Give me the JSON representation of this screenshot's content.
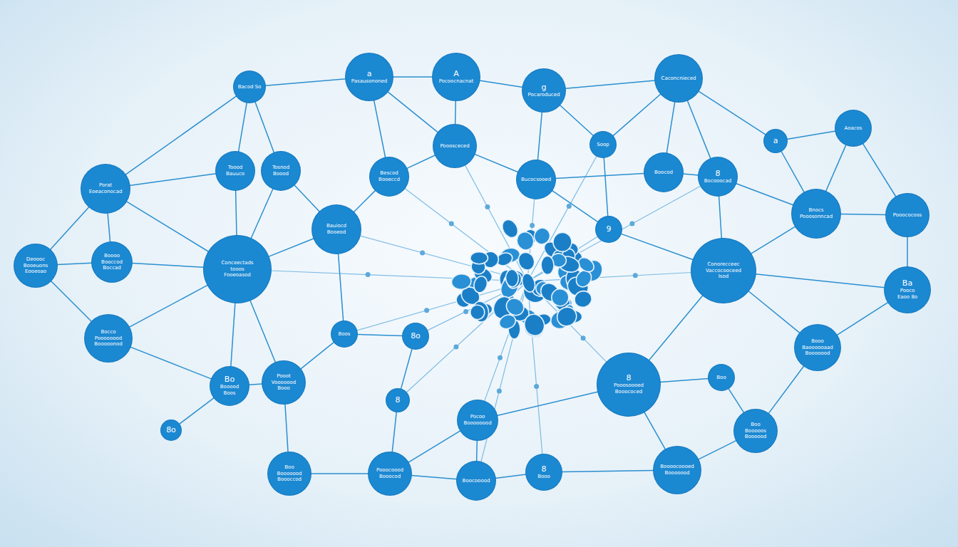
{
  "diagram": {
    "nodes": [
      {
        "text": [
          "Bacod So"
        ]
      },
      {
        "text": [
          "a",
          "Pasausononed"
        ]
      },
      {
        "text": [
          "A",
          "Pocoocnacnat"
        ]
      },
      {
        "text": [
          "g",
          "Pocaroduced"
        ]
      },
      {
        "text": [
          "Caconcnieced"
        ]
      },
      {
        "text": [
          "Aoacos"
        ]
      },
      {
        "text": [
          "a"
        ]
      },
      {
        "text": [
          "Soop"
        ]
      },
      {
        "text": [
          "Pooosceced"
        ]
      },
      {
        "text": [
          "Porat",
          "Eoeaconocad"
        ]
      },
      {
        "text": [
          "Toood",
          "Bauuco"
        ]
      },
      {
        "text": [
          "Tosnod",
          "Boood"
        ]
      },
      {
        "text": [
          "Bescod",
          "Booeccd"
        ]
      },
      {
        "text": [
          "Bucocsooed"
        ]
      },
      {
        "text": [
          "Boocod"
        ]
      },
      {
        "text": [
          "8",
          "Bocooocad"
        ]
      },
      {
        "text": [
          "Bnocs",
          "Pooosonncad"
        ]
      },
      {
        "text": [
          "Pooococoss"
        ]
      },
      {
        "text": [
          "Bauiocd",
          "Booeod"
        ]
      },
      {
        "text": [
          "9"
        ]
      },
      {
        "text": [
          "Deoooc",
          "Booeuons",
          "Eooeoao"
        ]
      },
      {
        "text": [
          "Boooo",
          "Booccod",
          "Boccad"
        ]
      },
      {
        "text": [
          "Conceectads",
          "tooos",
          "Fooeoasod"
        ]
      },
      {
        "text": [
          "Conorecceec",
          "Vaccocooceed",
          "Isod"
        ]
      },
      {
        "text": [
          "Ba",
          "Pooco",
          "Eaoo 8o"
        ]
      },
      {
        "text": [
          "Bocco",
          "Poooooood",
          "Booooonod"
        ]
      },
      {
        "text": [
          "Boos"
        ]
      },
      {
        "text": [
          "8o"
        ]
      },
      {
        "text": [
          "Booo",
          "Baoooooaad",
          "Booooood"
        ]
      },
      {
        "text": [
          "Bo",
          "Booood",
          "Boos"
        ]
      },
      {
        "text": [
          "Pooot",
          "Vooooood",
          "Booo"
        ]
      },
      {
        "text": [
          "8",
          "Pooosoooed",
          "Booococed"
        ]
      },
      {
        "text": [
          "Boo"
        ]
      },
      {
        "text": [
          "8"
        ]
      },
      {
        "text": [
          "8o"
        ]
      },
      {
        "text": [
          "Pocoo",
          "Boooooood"
        ]
      },
      {
        "text": [
          "Boo",
          "Booooos",
          "Boooood"
        ]
      },
      {
        "text": [
          "Boo",
          "Booooood",
          "Boooccod"
        ]
      },
      {
        "text": [
          "Pooocoood",
          "Booocod"
        ]
      },
      {
        "text": [
          "Boocooood"
        ]
      },
      {
        "text": [
          "8",
          "Booo"
        ]
      },
      {
        "text": [
          "Boooocoooed",
          "Booooood"
        ]
      }
    ],
    "edges": [
      {
        "from": 0,
        "to": 9,
        "arrow": "none"
      },
      {
        "from": 0,
        "to": 10,
        "arrow": "none"
      },
      {
        "from": 0,
        "to": 11,
        "arrow": "none"
      },
      {
        "from": 0,
        "to": 1,
        "arrow": "none"
      },
      {
        "from": 1,
        "to": 2,
        "arrow": "none"
      },
      {
        "from": 1,
        "to": 12,
        "arrow": "none"
      },
      {
        "from": 1,
        "to": 8,
        "arrow": "none"
      },
      {
        "from": 2,
        "to": 8,
        "arrow": "none"
      },
      {
        "from": 2,
        "to": 3,
        "arrow": "none"
      },
      {
        "from": 3,
        "to": 13,
        "arrow": "none"
      },
      {
        "from": 3,
        "to": 7,
        "arrow": "none"
      },
      {
        "from": 3,
        "to": 4,
        "arrow": "none"
      },
      {
        "from": 4,
        "to": 7,
        "arrow": "none"
      },
      {
        "from": 4,
        "to": 14,
        "arrow": "none"
      },
      {
        "from": 4,
        "to": 15,
        "arrow": "none"
      },
      {
        "from": 4,
        "to": 6,
        "arrow": "none"
      },
      {
        "from": 6,
        "to": 5,
        "arrow": "none"
      },
      {
        "from": 6,
        "to": 16,
        "arrow": "none"
      },
      {
        "from": 5,
        "to": 16,
        "arrow": "none"
      },
      {
        "from": 5,
        "to": 17,
        "arrow": "none"
      },
      {
        "from": 9,
        "to": 10,
        "arrow": "none"
      },
      {
        "from": 9,
        "to": 20,
        "arrow": "none"
      },
      {
        "from": 9,
        "to": 21,
        "arrow": "none"
      },
      {
        "from": 9,
        "to": 22,
        "arrow": "none"
      },
      {
        "from": 10,
        "to": 22,
        "arrow": "none"
      },
      {
        "from": 11,
        "to": 22,
        "arrow": "none"
      },
      {
        "from": 11,
        "to": 18,
        "arrow": "none"
      },
      {
        "from": 12,
        "to": 18,
        "arrow": "none"
      },
      {
        "from": 12,
        "to": 8,
        "arrow": "none"
      },
      {
        "from": 8,
        "to": 13,
        "arrow": "none"
      },
      {
        "from": 13,
        "to": 14,
        "arrow": "none"
      },
      {
        "from": 14,
        "to": 15,
        "arrow": "none"
      },
      {
        "from": 15,
        "to": 23,
        "arrow": "none"
      },
      {
        "from": 15,
        "to": 16,
        "arrow": "none"
      },
      {
        "from": 16,
        "to": 17,
        "arrow": "none"
      },
      {
        "from": 16,
        "to": 23,
        "arrow": "none"
      },
      {
        "from": 17,
        "to": 24,
        "arrow": "none"
      },
      {
        "from": 20,
        "to": 21,
        "arrow": "none"
      },
      {
        "from": 20,
        "to": 25,
        "arrow": "none"
      },
      {
        "from": 21,
        "to": 22,
        "arrow": "none"
      },
      {
        "from": 22,
        "to": 25,
        "arrow": "none"
      },
      {
        "from": 22,
        "to": 29,
        "arrow": "none"
      },
      {
        "from": 22,
        "to": 30,
        "arrow": "none"
      },
      {
        "from": 18,
        "to": 26,
        "arrow": "none"
      },
      {
        "from": 18,
        "to": 22,
        "arrow": "none"
      },
      {
        "from": 19,
        "to": 23,
        "arrow": "none"
      },
      {
        "from": 23,
        "to": 24,
        "arrow": "none"
      },
      {
        "from": 23,
        "to": 28,
        "arrow": "none"
      },
      {
        "from": 23,
        "to": 31,
        "arrow": "none"
      },
      {
        "from": 24,
        "to": 28,
        "arrow": "none"
      },
      {
        "from": 28,
        "to": 36,
        "arrow": "none"
      },
      {
        "from": 25,
        "to": 29,
        "arrow": "none"
      },
      {
        "from": 29,
        "to": 34,
        "arrow": "none"
      },
      {
        "from": 29,
        "to": 30,
        "arrow": "none"
      },
      {
        "from": 30,
        "to": 37,
        "arrow": "none"
      },
      {
        "from": 30,
        "to": 26,
        "arrow": "none"
      },
      {
        "from": 26,
        "to": 27,
        "arrow": "none"
      },
      {
        "from": 27,
        "to": 33,
        "arrow": "none"
      },
      {
        "from": 33,
        "to": 38,
        "arrow": "none"
      },
      {
        "from": 37,
        "to": 38,
        "arrow": "none"
      },
      {
        "from": 38,
        "to": 39,
        "arrow": "none"
      },
      {
        "from": 39,
        "to": 40,
        "arrow": "none"
      },
      {
        "from": 40,
        "to": 41,
        "arrow": "none"
      },
      {
        "from": 31,
        "to": 41,
        "arrow": "none"
      },
      {
        "from": 31,
        "to": 32,
        "arrow": "none"
      },
      {
        "from": 32,
        "to": 36,
        "arrow": "none"
      },
      {
        "from": 36,
        "to": 41,
        "arrow": "none"
      },
      {
        "from": 31,
        "to": 35,
        "arrow": "none"
      },
      {
        "from": 35,
        "to": 38,
        "arrow": "none"
      },
      {
        "from": 35,
        "to": 39,
        "arrow": "none"
      },
      {
        "from": 19,
        "to": 13,
        "arrow": "none"
      },
      {
        "from": 7,
        "to": 19,
        "arrow": "none"
      }
    ]
  }
}
